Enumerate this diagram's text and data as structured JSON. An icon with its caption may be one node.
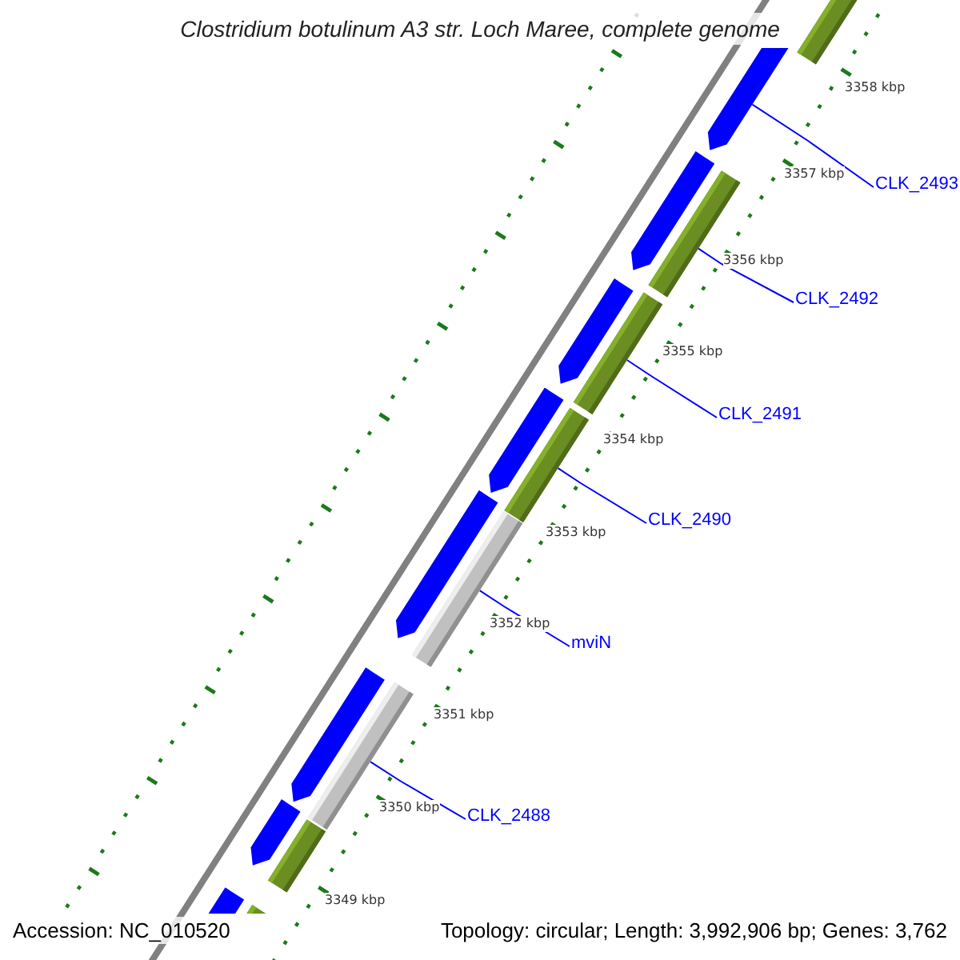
{
  "diagram": {
    "title": "Clostridium botulinum A3 str. Loch Maree, complete genome",
    "nodes": [
      {
        "text": [
          "CLK_2493"
        ]
      },
      {
        "text": [
          "CLK_2492"
        ]
      },
      {
        "text": [
          "CLK_2491"
        ]
      },
      {
        "text": [
          "CLK_2490"
        ]
      },
      {
        "text": [
          "mviN"
        ]
      },
      {
        "text": [
          "CLK_2488"
        ]
      },
      {
        "text": [],
        "shape": "pentagon"
      },
      {
        "text": [],
        "shape": "pentagon"
      },
      {
        "text": [],
        "shape": "pentagon"
      },
      {
        "text": [],
        "shape": "pentagon"
      },
      {
        "text": [],
        "shape": "pentagon"
      },
      {
        "text": [],
        "shape": "pentagon"
      },
      {
        "text": [],
        "shape": "pentagon"
      },
      {
        "text": [],
        "shape": "pentagon"
      },
      {
        "text": [],
        "shape": "bar"
      },
      {
        "text": [],
        "shape": "bar"
      },
      {
        "text": [],
        "shape": "bar"
      },
      {
        "text": [],
        "shape": "bar"
      },
      {
        "text": [],
        "shape": "bar"
      },
      {
        "text": [],
        "shape": "bar"
      },
      {
        "text": [],
        "shape": "bar"
      },
      {
        "text": [],
        "shape": "bar"
      }
    ],
    "edges": [
      {
        "from": 0,
        "to": 6,
        "arrow": "none"
      },
      {
        "from": 1,
        "to": 15,
        "arrow": "none"
      },
      {
        "from": 2,
        "to": 16,
        "arrow": "none"
      },
      {
        "from": 3,
        "to": 17,
        "arrow": "none"
      },
      {
        "from": 4,
        "to": 18,
        "arrow": "none"
      },
      {
        "from": 5,
        "to": 19,
        "arrow": "none"
      }
    ],
    "labels": [
      "3358 kbp",
      "3357 kbp",
      "3356 kbp",
      "3355 kbp",
      "3354 kbp",
      "3353 kbp",
      "3352 kbp",
      "3351 kbp",
      "3350 kbp",
      "3349 kbp",
      "Accession: NC_010520",
      "Topology: circular; Length: 3,992,906 bp; Genes: 3,762"
    ]
  }
}
